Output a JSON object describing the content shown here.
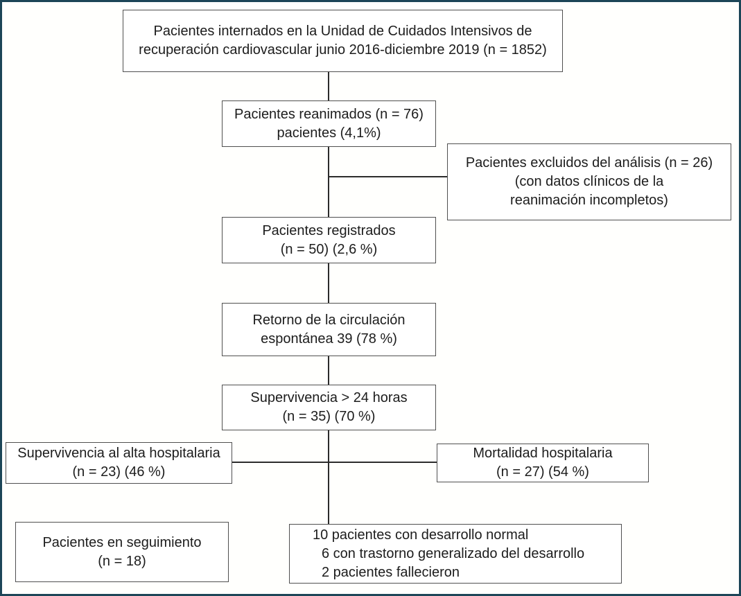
{
  "diagram": {
    "type": "patient-flow",
    "colors": {
      "outer_border": "#1c4557",
      "box_border": "#4f4f4f",
      "connector": "#2b2b2b",
      "text": "#1c1c1c",
      "background": "#ffffff"
    },
    "boxes": {
      "admitted": {
        "lines": [
          "Pacientes internados en la Unidad de Cuidados Intensivos de",
          "recuperación cardiovascular junio 2016-diciembre 2019 (n = 1852)"
        ]
      },
      "reanimados": {
        "lines": [
          "Pacientes reanimados (n = 76)",
          "pacientes (4,1%)"
        ]
      },
      "excluidos": {
        "lines": [
          "Pacientes excluidos del análisis (n = 26)",
          "(con datos clínicos de la",
          "reanimación incompletos)"
        ]
      },
      "registrados": {
        "lines": [
          "Pacientes registrados",
          "(n = 50) (2,6 %)"
        ]
      },
      "retorno_circulacion": {
        "lines": [
          "Retorno de la circulación",
          "espontánea 39 (78 %)"
        ]
      },
      "supervivencia_24h": {
        "lines": [
          "Supervivencia > 24 horas",
          "(n = 35) (70 %)"
        ]
      },
      "alta_hospitalaria": {
        "lines": [
          "Supervivencia al alta hospitalaria",
          "(n = 23) (46 %)"
        ]
      },
      "mortalidad": {
        "lines": [
          "Mortalidad hospitalaria",
          "(n = 27) (54 %)"
        ]
      },
      "seguimiento": {
        "lines": [
          "Pacientes en seguimiento",
          "(n = 18)"
        ]
      },
      "desenlaces": {
        "lines": [
          "10 pacientes con desarrollo normal",
          "6 con trastorno generalizado del desarrollo",
          "2 pacientes fallecieron"
        ]
      }
    }
  }
}
